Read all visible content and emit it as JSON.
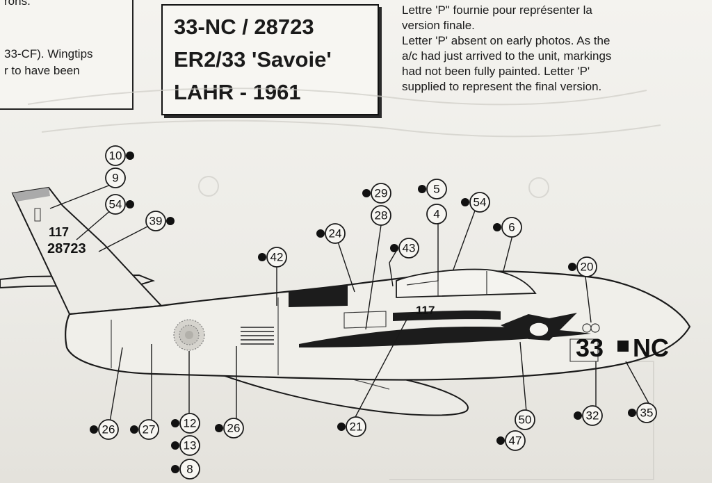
{
  "left_note": {
    "lines": [
      "rons.",
      "33-CF). Wingtips",
      "r to have been"
    ]
  },
  "title_box": {
    "lines": [
      "33-NC / 28723",
      "ER2/33 'Savoie'",
      "LAHR - 1961"
    ]
  },
  "note_right": {
    "lines": [
      "Lettre 'P\" fournie pour représenter la",
      "version finale.",
      "Letter 'P' absent on early photos.  As the",
      "a/c had just arrived to the unit, markings",
      "had not been fully painted. Letter 'P'",
      "supplied to represent the final version."
    ]
  },
  "aircraft_markings": {
    "tail_number_top": "117",
    "tail_serial": "28723",
    "nose_number": "117",
    "code_left": "33",
    "code_right": "NC"
  },
  "callouts": [
    {
      "num": "10",
      "dot": "right"
    },
    {
      "num": "9",
      "dot": "none"
    },
    {
      "num": "54",
      "dot": "right"
    },
    {
      "num": "39",
      "dot": "right"
    },
    {
      "num": "29",
      "dot": "left"
    },
    {
      "num": "28",
      "dot": "none"
    },
    {
      "num": "5",
      "dot": "left"
    },
    {
      "num": "4",
      "dot": "none"
    },
    {
      "num": "54",
      "dot": "left"
    },
    {
      "num": "6",
      "dot": "left"
    },
    {
      "num": "24",
      "dot": "left"
    },
    {
      "num": "43",
      "dot": "left"
    },
    {
      "num": "42",
      "dot": "left"
    },
    {
      "num": "20",
      "dot": "left"
    },
    {
      "num": "26",
      "dot": "left"
    },
    {
      "num": "27",
      "dot": "left"
    },
    {
      "num": "12",
      "dot": "left"
    },
    {
      "num": "13",
      "dot": "left"
    },
    {
      "num": "8",
      "dot": "left"
    },
    {
      "num": "26",
      "dot": "left"
    },
    {
      "num": "21",
      "dot": "left"
    },
    {
      "num": "50",
      "dot": "none"
    },
    {
      "num": "47",
      "dot": "left"
    },
    {
      "num": "32",
      "dot": "left"
    },
    {
      "num": "35",
      "dot": "left"
    }
  ],
  "colors": {
    "paper": "#efede8",
    "ink": "#111111",
    "anti_glare": "#1c1c1c"
  }
}
